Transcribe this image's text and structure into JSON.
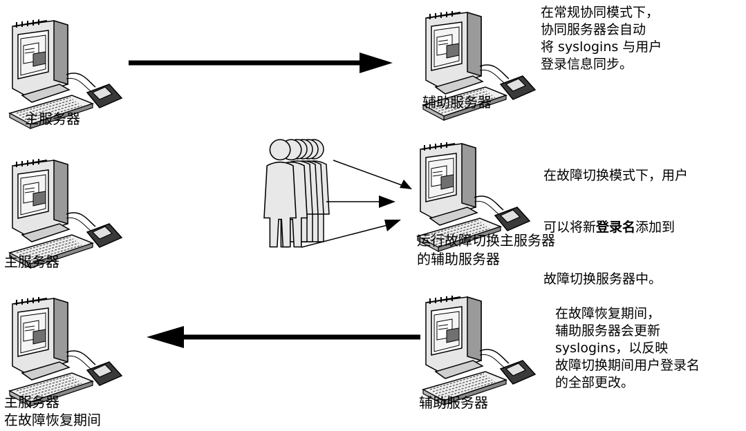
{
  "row1": {
    "left_label": "主服务器",
    "right_label": "辅助服务器",
    "description": "在常规协同模式下，\n协同服务器会自动\n将 syslogins 与用户\n登录信息同步。"
  },
  "row2": {
    "left_label": "主服务器",
    "right_label_line1": "运行故障切换主服务器",
    "right_label_line2": "的辅助服务器",
    "desc_line1": "在故障切换模式下，用户",
    "desc_line2_pre": "可以将新",
    "desc_line2_bold": "登录名",
    "desc_line2_post": "添加到",
    "desc_line3": "故障切换服务器中。"
  },
  "row3": {
    "left_label_line1": "主服务器",
    "left_label_line2": "在故障恢复期间",
    "right_label": "辅助服务器",
    "description": "在故障恢复期间，\n辅助服务器会更新\nsyslogins，以反映\n故障切换期间用户登录名\n的全部更改。"
  },
  "icons": {
    "computer": "computer-workstation-icon",
    "users": "user-group-icon"
  }
}
